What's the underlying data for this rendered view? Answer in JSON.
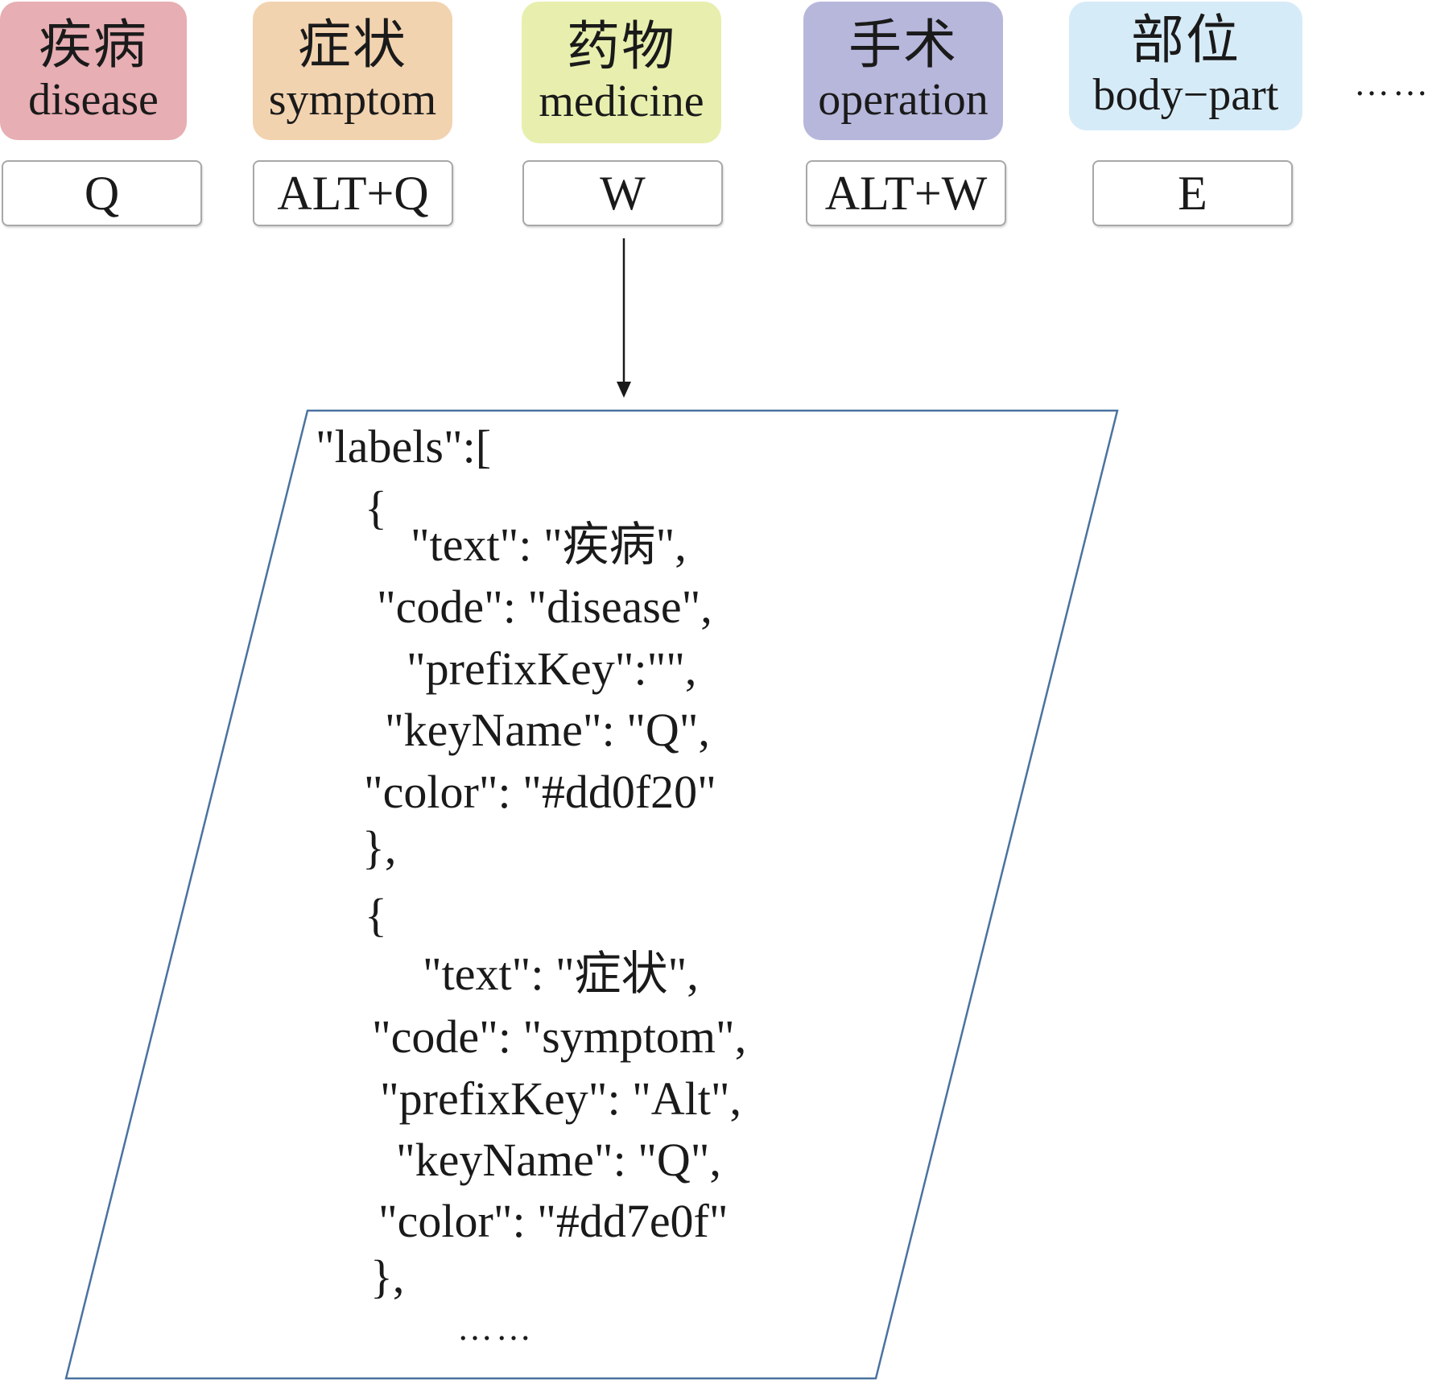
{
  "labels": [
    {
      "zh": "疾病",
      "en": "disease",
      "key": "Q",
      "color": "#e7aeb3"
    },
    {
      "zh": "症状",
      "en": "symptom",
      "key": "ALT+Q",
      "color": "#f2d3b0"
    },
    {
      "zh": "药物",
      "en": "medicine",
      "key": "W",
      "color": "#e8efae"
    },
    {
      "zh": "手术",
      "en": "operation",
      "key": "ALT+W",
      "color": "#b7b7dc"
    },
    {
      "zh": "部位",
      "en": "body−part",
      "key": "E",
      "color": "#d6ebf8"
    }
  ],
  "more_indicator": "……",
  "json_box": {
    "lines": [
      "\"labels\":[",
      "{",
      "\"text\": \"疾病\",",
      "\"code\": \"disease\",",
      "\"prefixKey\":\"\",",
      "\"keyName\": \"Q\",",
      "\"color\": \"#dd0f20\"",
      "},",
      "{",
      "\"text\": \"症状\",",
      "\"code\": \"symptom\",",
      "\"prefixKey\": \"Alt\",",
      "\"keyName\": \"Q\",",
      "\"color\": \"#dd7e0f\"",
      "},",
      "……"
    ]
  }
}
